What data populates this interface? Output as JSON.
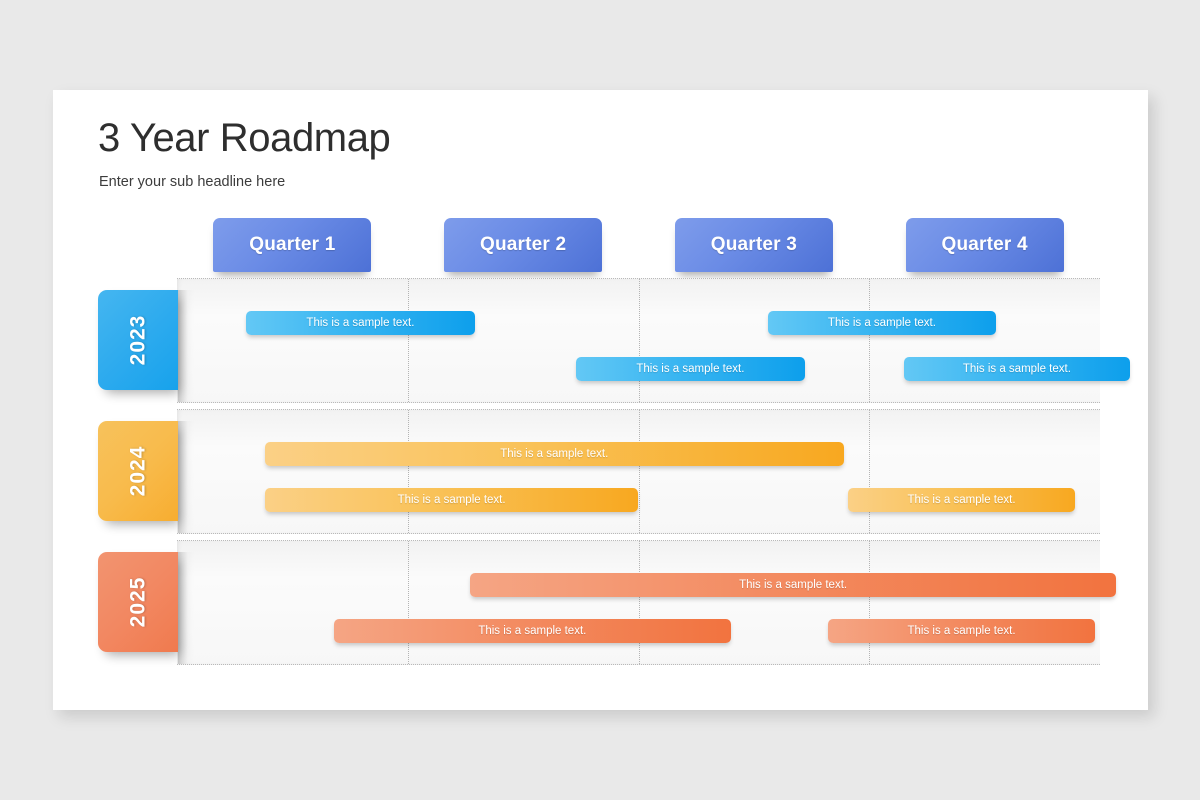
{
  "slide": {
    "title": "3 Year Roadmap",
    "subtitle": "Enter your sub headline here"
  },
  "quarters": [
    {
      "label": "Quarter 1"
    },
    {
      "label": "Quarter 2"
    },
    {
      "label": "Quarter 3"
    },
    {
      "label": "Quarter 4"
    }
  ],
  "colors": {
    "background": "#e9e9e9",
    "card": "#ffffff",
    "quarter_tab": "#5b7fe0",
    "year_2023": "#2eabee",
    "year_2024": "#f8bb4c",
    "year_2025": "#f2885f",
    "title_text": "#2e2e2e",
    "gridline": "#b4b4b4"
  },
  "chart_data": {
    "type": "bar",
    "title": "3 Year Roadmap",
    "subtitle": "Enter your sub headline here",
    "xlabel": "",
    "ylabel": "",
    "categories": [
      "Quarter 1",
      "Quarter 2",
      "Quarter 3",
      "Quarter 4"
    ],
    "axis_range": [
      0,
      4
    ],
    "grid": true,
    "legend": "none",
    "series": [
      {
        "name": "2023",
        "color": "#2eabee",
        "tasks": [
          {
            "label": "This is a sample text.",
            "lane": 0,
            "start": 0.3,
            "end": 1.29
          },
          {
            "label": "This is a sample text.",
            "lane": 1,
            "start": 1.73,
            "end": 2.72
          },
          {
            "label": "This is a sample text.",
            "lane": 0,
            "start": 2.56,
            "end": 3.55
          },
          {
            "label": "This is a sample text.",
            "lane": 1,
            "start": 3.15,
            "end": 4.13
          }
        ]
      },
      {
        "name": "2024",
        "color": "#f8bb4c",
        "tasks": [
          {
            "label": "This is a sample text.",
            "lane": 0,
            "start": 0.38,
            "end": 2.89
          },
          {
            "label": "This is a sample text.",
            "lane": 1,
            "start": 0.38,
            "end": 2.0
          },
          {
            "label": "This is a sample text.",
            "lane": 1,
            "start": 2.91,
            "end": 3.89
          }
        ]
      },
      {
        "name": "2025",
        "color": "#f2885f",
        "tasks": [
          {
            "label": "This is a sample text.",
            "lane": 0,
            "start": 1.27,
            "end": 4.07
          },
          {
            "label": "This is a sample text.",
            "lane": 1,
            "start": 0.68,
            "end": 2.4
          },
          {
            "label": "This is a sample text.",
            "lane": 1,
            "start": 2.82,
            "end": 3.98
          }
        ]
      }
    ]
  }
}
